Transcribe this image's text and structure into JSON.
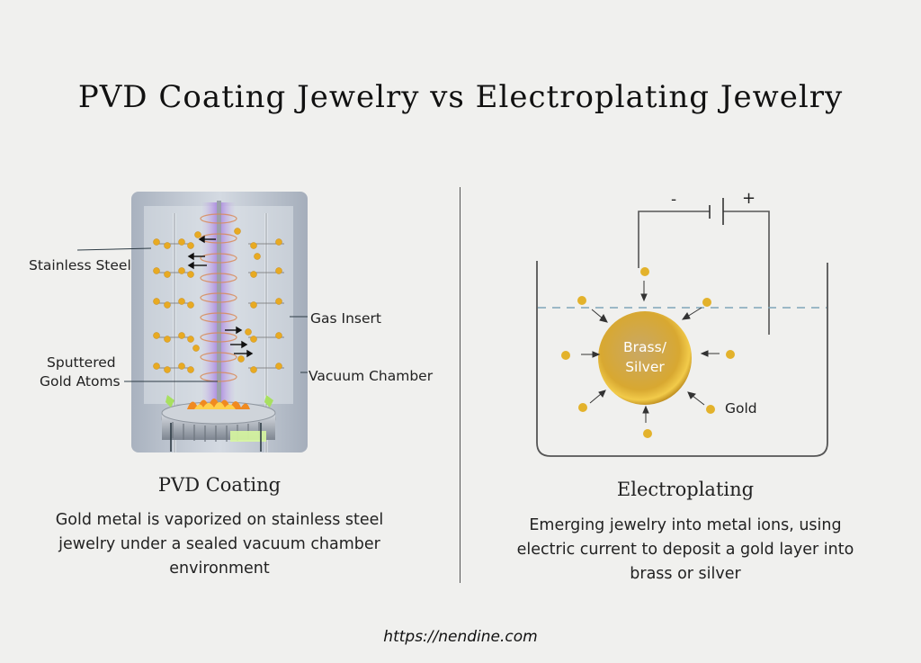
{
  "title": "PVD Coating Jewelry vs Electroplating Jewelry",
  "pvd": {
    "labels": {
      "stainless_steel": "Stainless Steel",
      "gas_insert": "Gas Insert",
      "sputtered_line1": "Sputtered",
      "sputtered_line2": "Gold Atoms",
      "vacuum_chamber": "Vacuum Chamber"
    },
    "subtitle": "PVD Coating",
    "description": "Gold metal is vaporized on stainless steel jewelry under a sealed vacuum chamber environment"
  },
  "electro": {
    "battery_minus": "-",
    "battery_plus": "+",
    "ball_line1": "Brass/",
    "ball_line2": "Silver",
    "gold_label": "Gold",
    "subtitle": "Electroplating",
    "description": "Emerging jewelry into metal ions, using electric current to deposit a gold layer into brass or silver"
  },
  "footer": "https://nendine.com",
  "colors": {
    "background": "#f0f0ee",
    "gold": "#e3b22b",
    "chamber": "#b4bcc8",
    "water_line": "#7fa6b8"
  }
}
